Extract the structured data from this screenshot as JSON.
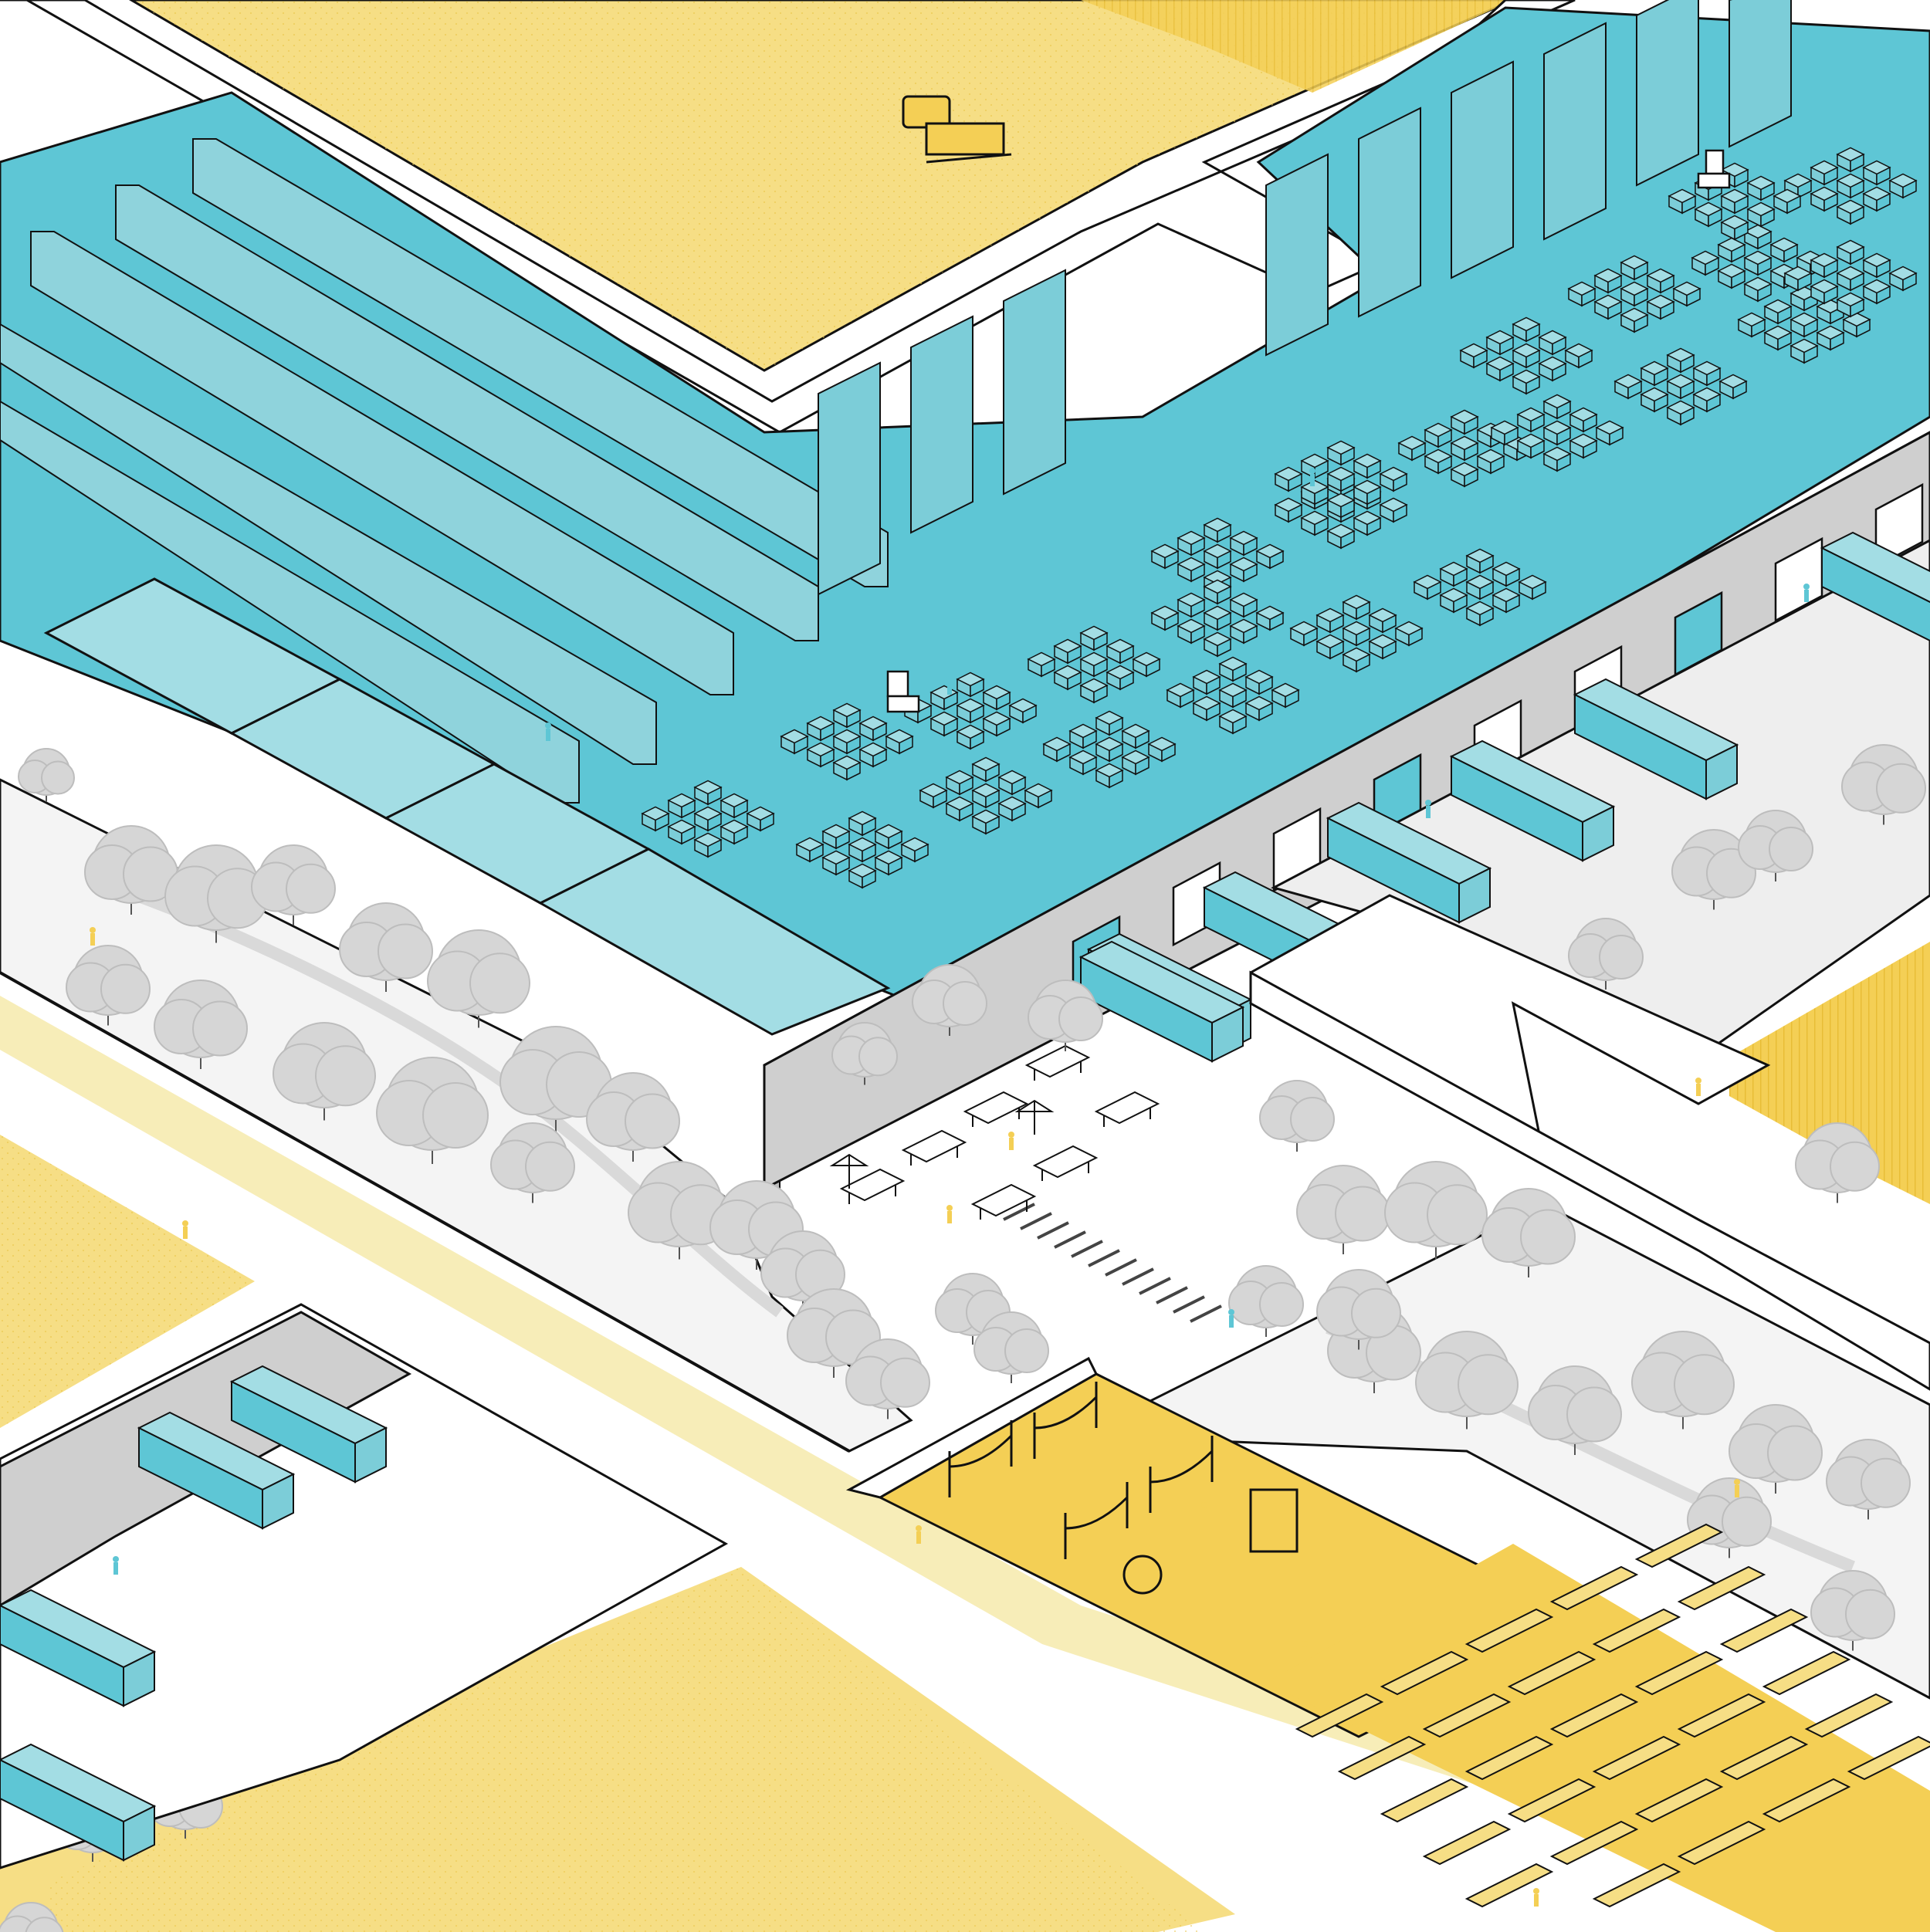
{
  "title": "",
  "palette": {
    "field_yellow": "#f6de85",
    "field_yellow_dark": "#f4cf55",
    "field_dot": "#e9c548",
    "warehouse_floor": "#5ec6d5",
    "warehouse_wall": "#8fd3dc",
    "container_light": "#a3dde4",
    "container_mid": "#7ccdd8",
    "concrete": "#cfcfcf",
    "concrete_light": "#eeeeee",
    "tree_gray": "#d6d6d6",
    "tree_gray_dark": "#bdbdbd",
    "ink": "#111111",
    "white": "#ffffff",
    "yellow_strip": "#f7edb8"
  },
  "icons": [
    "combine-harvester-icon",
    "forklift-icon",
    "truck-trailer-icon",
    "pallet-stack-icon",
    "tree-icon",
    "picnic-table-icon",
    "umbrella-icon",
    "hammock-icon",
    "merry-go-round-icon",
    "climbing-frame-icon",
    "garden-bed-icon",
    "person-icon",
    "cyclist-icon"
  ],
  "regions": [
    "agricultural-field",
    "warehouse-storage-hall",
    "cross-docking-area",
    "loading-docks",
    "green-corridor",
    "picnic-area",
    "pedestrian-crossing",
    "playground",
    "community-gardens",
    "secondary-loading-yard"
  ]
}
